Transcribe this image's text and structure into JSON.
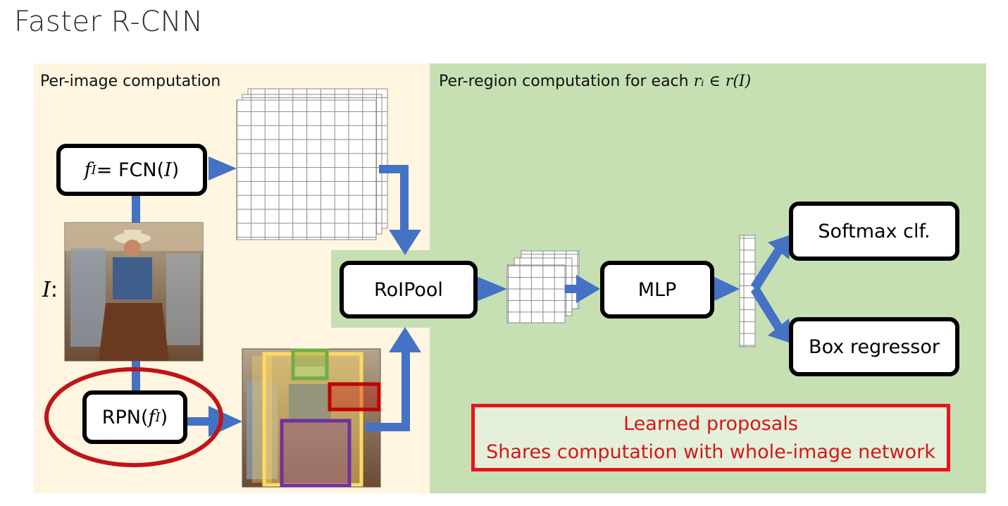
{
  "title": "Faster R-CNN",
  "panels": {
    "left_label": "Per-image computation",
    "right_label_prefix": "Per-region computation for each ",
    "right_label_math": "rᵢ ∈ r(I)"
  },
  "nodes": {
    "fcn": {
      "prefix": "f",
      "sub": "I",
      "mid": " = FCN(",
      "arg": "I",
      "suffix": ")"
    },
    "rpn": {
      "prefix": "RPN(",
      "math": "f",
      "sub": "I",
      "suffix": ")"
    },
    "roipool": "RoIPool",
    "mlp": "MLP",
    "softmax": "Softmax clf.",
    "box_regressor": "Box regressor"
  },
  "image_label": {
    "math": "I",
    "colon": ":"
  },
  "callout": {
    "line1": "Learned proposals",
    "line2": "Shares computation with whole-image network"
  },
  "colors": {
    "arrow": "#4472c4",
    "left_panel": "#fff5e0",
    "right_panel": "#c6e0b4",
    "callout_border": "#e8141a",
    "callout_text": "#d21818",
    "ellipse": "#c0141a",
    "proposal_yellow": "#ffd966",
    "proposal_green": "#70ad47",
    "proposal_red": "#c00000",
    "proposal_purple": "#7030a0"
  }
}
